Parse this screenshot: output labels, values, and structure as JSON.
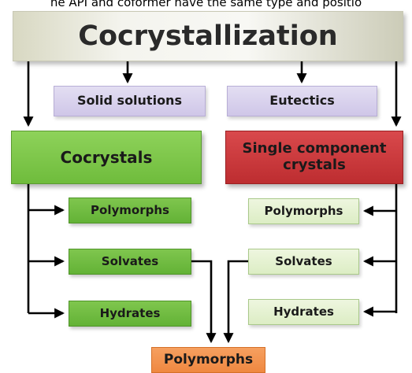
{
  "caption": "he API and coformer have the same type and positio",
  "title": "Cocrystallization",
  "row1": {
    "left": "Solid solutions",
    "right": "Eutectics"
  },
  "row2": {
    "left": "Cocrystals",
    "right_line1": "Single component",
    "right_line2": "crystals"
  },
  "left_column": [
    "Polymorphs",
    "Solvates",
    "Hydrates"
  ],
  "right_column": [
    "Polymorphs",
    "Solvates",
    "Hydrates"
  ],
  "bottom": "Polymorphs",
  "colors": {
    "cocrystals": "#6fbc3c",
    "single_component": "#bd2d30",
    "lavender": "#cfc6e8",
    "left_children": "#63b236",
    "right_children": "#dcedc4",
    "bottom": "#ef8840",
    "arrow": "#000000"
  }
}
